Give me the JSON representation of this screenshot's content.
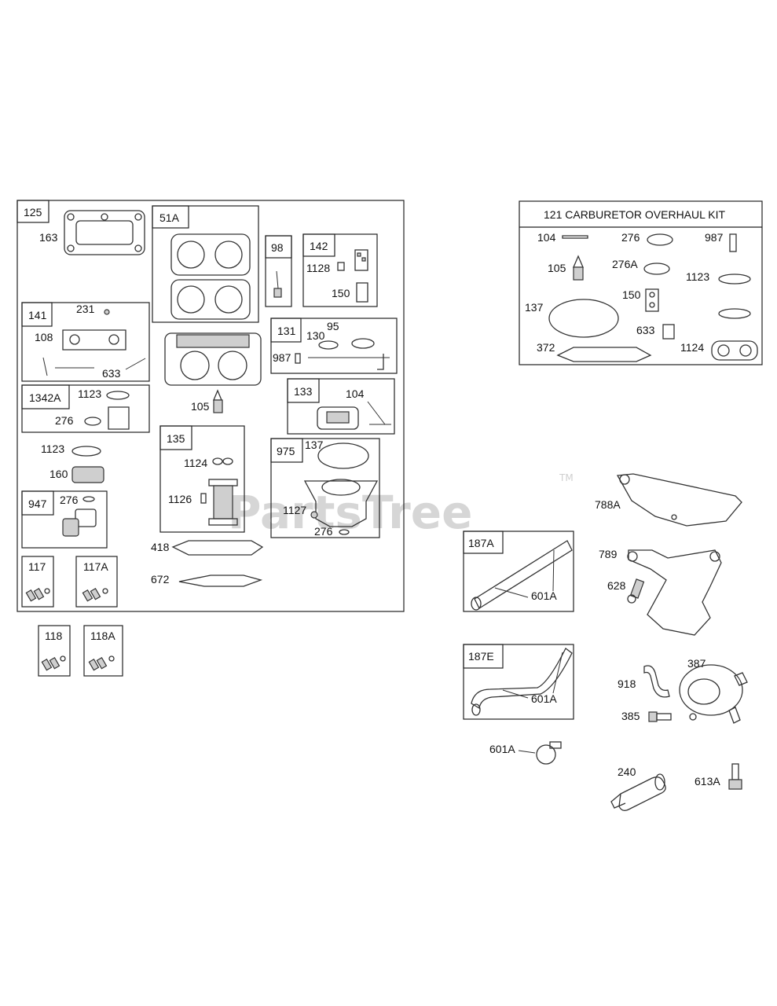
{
  "watermark": {
    "text": "PartsTree",
    "trademark": "TM"
  },
  "kit": {
    "title": "121 CARBURETOR OVERHAUL KIT",
    "labels": [
      "104",
      "276",
      "987",
      "105",
      "276A",
      "1123",
      "137",
      "150",
      "633",
      "372",
      "1124"
    ]
  },
  "main_group": {
    "labels": [
      "125",
      "163",
      "51A",
      "98",
      "142",
      "1128",
      "150",
      "141",
      "231",
      "108",
      "633",
      "131",
      "95",
      "130",
      "987",
      "1342A",
      "1123",
      "276",
      "105",
      "133",
      "104",
      "1123",
      "160",
      "135",
      "1124",
      "1126",
      "975",
      "137",
      "1127",
      "276",
      "947",
      "276",
      "418",
      "672",
      "117",
      "117A"
    ]
  },
  "lower_left": {
    "labels": [
      "118",
      "118A"
    ]
  },
  "fuel_group": {
    "labels": [
      "788A",
      "187A",
      "601A",
      "789",
      "628",
      "187E",
      "601A",
      "918",
      "387",
      "385",
      "601A",
      "240",
      "613A"
    ]
  }
}
